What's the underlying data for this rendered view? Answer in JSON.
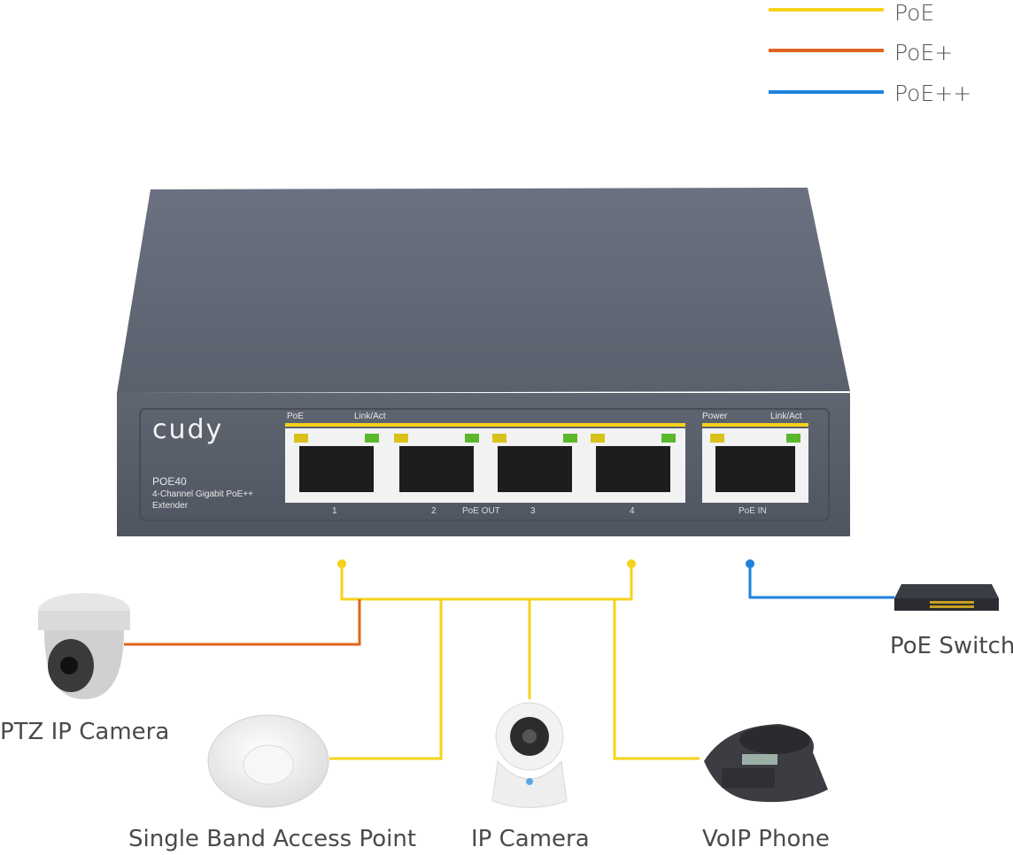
{
  "legend": [
    {
      "label": "PoE",
      "color": "#f5d21a"
    },
    {
      "label": "PoE+",
      "color": "#e0641e"
    },
    {
      "label": "PoE++",
      "color": "#1e82dc"
    }
  ],
  "device": {
    "brand": "cudy",
    "model": "POE40",
    "description_line1": "4-Channel Gigabit PoE++",
    "description_line2": "Extender",
    "out_label_poe": "PoE",
    "out_label_link": "Link/Act",
    "in_label_power": "Power",
    "in_label_link": "Link/Act",
    "ports": [
      "1",
      "2",
      "3",
      "4"
    ],
    "poe_out_label": "PoE OUT",
    "poe_in_label": "PoE IN",
    "body_color": "#5e6470"
  },
  "devices": {
    "poe_switch": "PoE Switch",
    "ptz_camera": "PTZ IP Camera",
    "access_point": "Single Band Access Point",
    "ip_camera": "IP Camera",
    "voip_phone": "VoIP Phone"
  }
}
